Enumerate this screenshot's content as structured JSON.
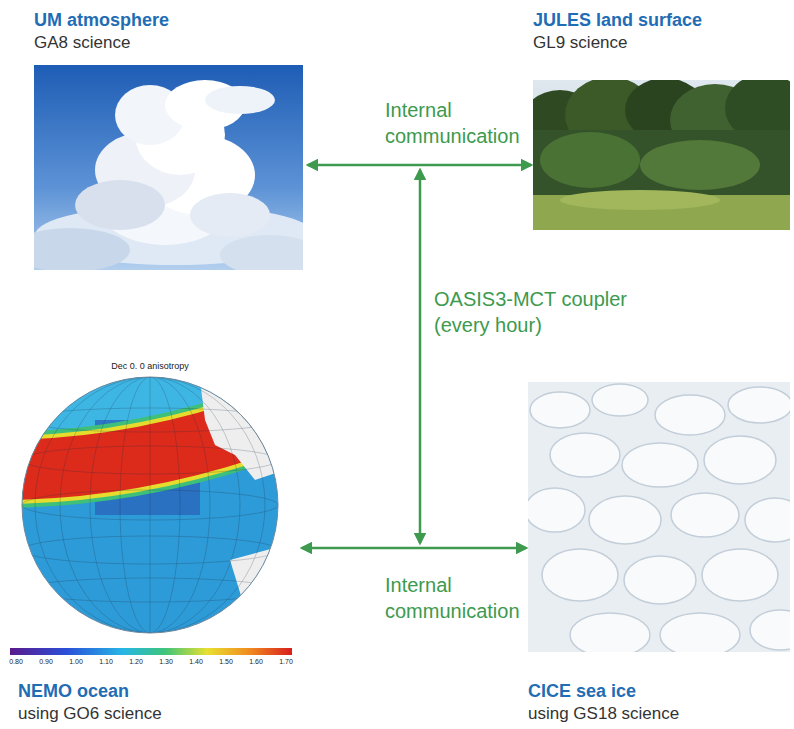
{
  "diagram": {
    "nodes": [
      {
        "text": [
          "UM atmosphere",
          "GA8 science"
        ]
      },
      {
        "text": [
          "JULES land surface",
          "GL9 science"
        ]
      },
      {
        "text": [
          "NEMO ocean",
          "using GO6 science"
        ]
      },
      {
        "text": [
          "CICE sea ice",
          "using GS18 science"
        ]
      }
    ],
    "edges": [
      {
        "from": 0,
        "to": 1,
        "label": "Internal communication",
        "arrow": "both"
      },
      {
        "from": 2,
        "to": 3,
        "label": "Internal communication",
        "arrow": "both"
      }
    ],
    "labels": [
      "OASIS3-MCT coupler (every hour)",
      "Dec 0. 0 anisotropy",
      "0.80",
      "0.90",
      "1.00",
      "1.10",
      "1.20",
      "1.30",
      "1.40",
      "1.50",
      "1.60",
      "1.70"
    ]
  }
}
